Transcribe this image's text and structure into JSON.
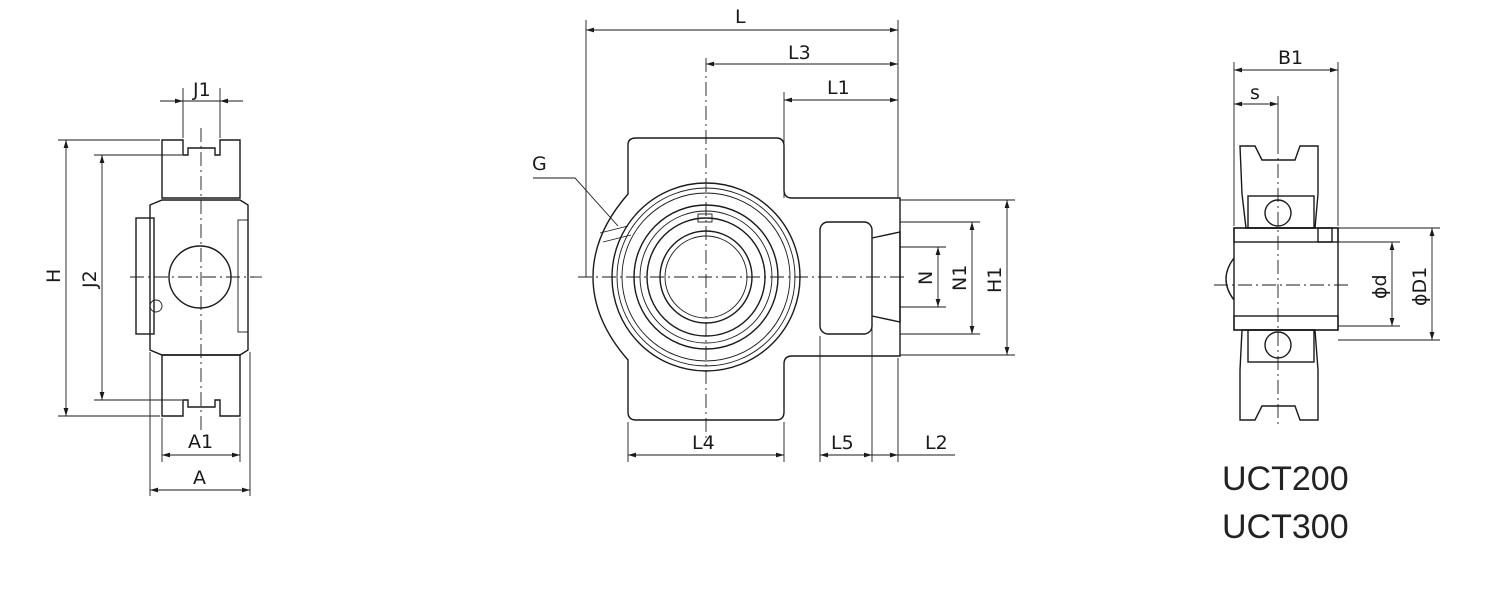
{
  "views": {
    "side": {
      "labels": {
        "J1": "J1",
        "H": "H",
        "J2": "J2",
        "A1": "A1",
        "A": "A"
      }
    },
    "front": {
      "labels": {
        "L": "L",
        "L3": "L3",
        "L1": "L1",
        "G": "G",
        "N": "N",
        "N1": "N1",
        "H1": "H1",
        "L4": "L4",
        "L5": "L5",
        "L2": "L2"
      }
    },
    "section": {
      "labels": {
        "B1": "B1",
        "s": "s",
        "d": "ϕd",
        "D1": "ϕD1"
      }
    }
  },
  "models": [
    "UCT200",
    "UCT300"
  ]
}
